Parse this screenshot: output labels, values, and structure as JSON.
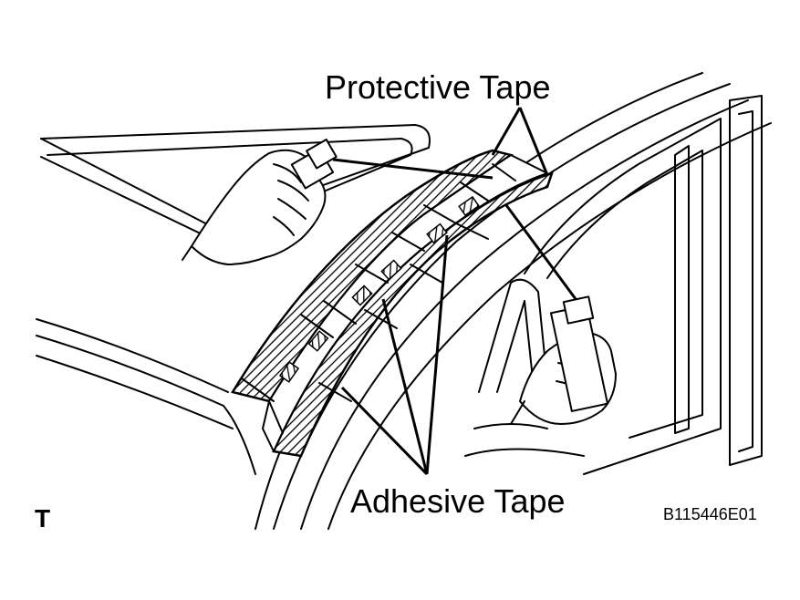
{
  "labels": {
    "protective_tape": "Protective Tape",
    "adhesive_tape": "Adhesive Tape",
    "figure_code": "B115446E01",
    "view_marker": "T"
  },
  "colors": {
    "line": "#000000",
    "background": "#ffffff"
  }
}
